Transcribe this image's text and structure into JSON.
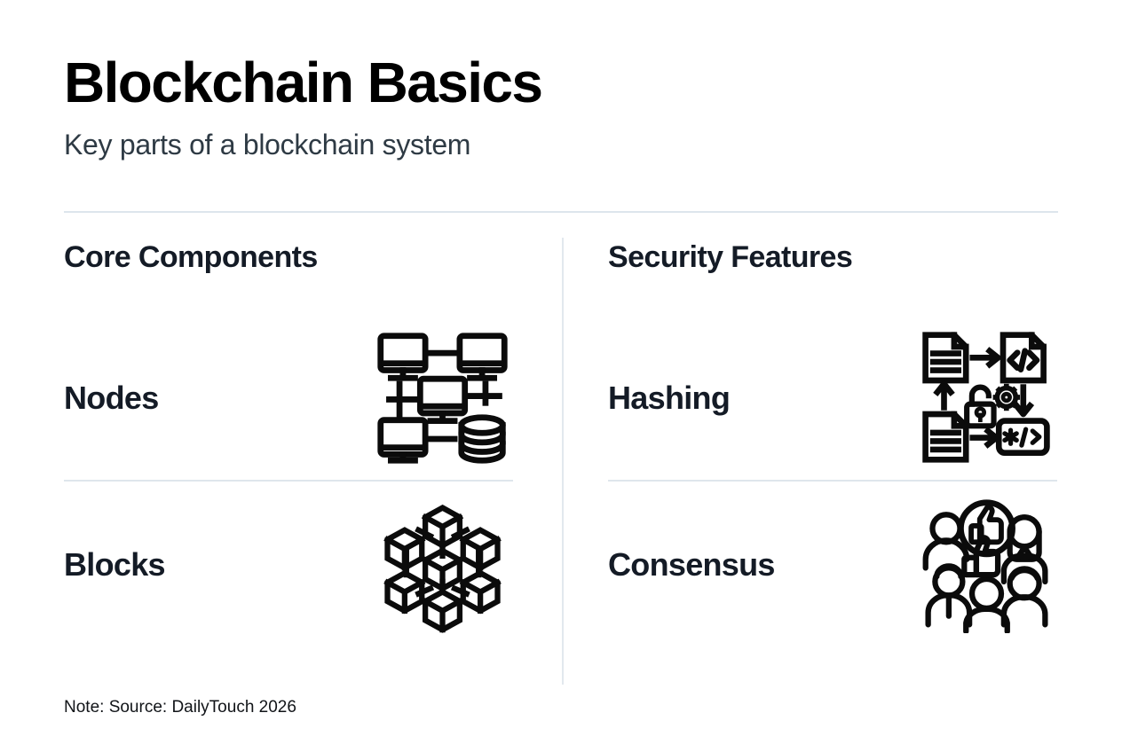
{
  "header": {
    "title": "Blockchain Basics",
    "subtitle": "Key parts of a blockchain system"
  },
  "colors": {
    "background": "#ffffff",
    "title": "#000000",
    "subtitle": "#2e3a44",
    "heading": "#141b26",
    "rule": "#dde5ec",
    "icon_stroke": "#0b0b0b",
    "footer": "#111418"
  },
  "columns": [
    {
      "heading": "Core Components",
      "items": [
        {
          "label": "Nodes",
          "icon": "network-nodes-icon"
        },
        {
          "label": "Blocks",
          "icon": "blocks-cubes-icon"
        }
      ]
    },
    {
      "heading": "Security Features",
      "items": [
        {
          "label": "Hashing",
          "icon": "hashing-documents-icon"
        },
        {
          "label": "Consensus",
          "icon": "people-thumbs-up-icon"
        }
      ]
    }
  ],
  "footer": {
    "note": "Note: Source: DailyTouch 2026"
  }
}
